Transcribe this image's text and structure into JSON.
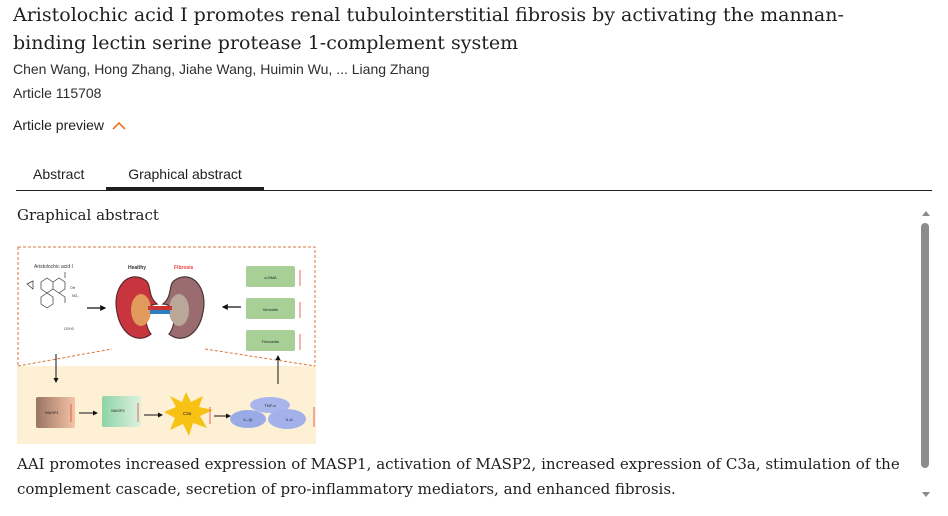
{
  "article": {
    "title": "Aristolochic acid I promotes renal tubulointerstitial fibrosis by activating the mannan-binding lectin serine protease 1-complement system",
    "authors": "Chen Wang, Hong Zhang, Jiahe Wang, Huimin Wu, ... Liang Zhang",
    "article_number": "Article 115708",
    "preview_label": "Article preview"
  },
  "tabs": [
    {
      "label": "Abstract",
      "active": false
    },
    {
      "label": "Graphical abstract",
      "active": true
    }
  ],
  "graphical_abstract": {
    "heading": "Graphical abstract",
    "figure": {
      "compound": "Aristolochic acid I",
      "healthy": "Healthy",
      "fibrosis": "Fibrosis",
      "markers": [
        "α-SMA",
        "Vimentin",
        "Fibronectin"
      ],
      "pathway": [
        "MASP1",
        "MASP2",
        "C3a"
      ],
      "cytokines": [
        "TNF-α",
        "IL-1β",
        "IL-6"
      ],
      "chem_labels": [
        "OH",
        "NO₂",
        "OCH3"
      ]
    },
    "caption": "AAI promotes increased expression of MASP1, activation of MASP2, increased expression of C3a, stimulation of the complement cascade, secretion of pro-inflammatory mediators, and enhanced fibrosis."
  },
  "colors": {
    "accent": "#e9711c",
    "fibrosis_red": "#e8413c"
  }
}
